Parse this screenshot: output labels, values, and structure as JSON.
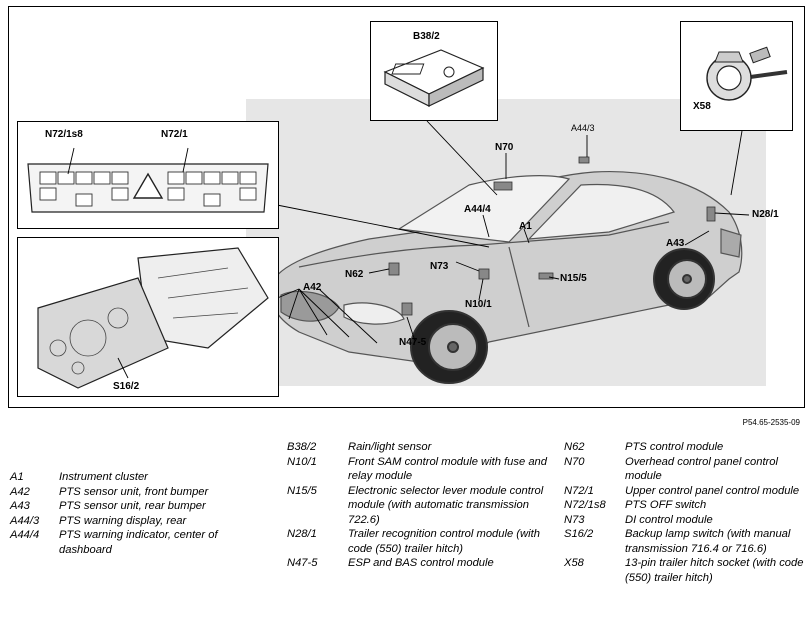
{
  "figure_ref": "P54.65-2535-09",
  "callouts": {
    "B38_2": "B38/2",
    "X58": "X58",
    "N72_1s8": "N72/1s8",
    "N72_1": "N72/1",
    "N70": "N70",
    "A44_3": "A44/3",
    "A44_4": "A44/4",
    "A1": "A1",
    "N28_1": "N28/1",
    "A43": "A43",
    "N62": "N62",
    "N73": "N73",
    "N15_5": "N15/5",
    "A42": "A42",
    "N10_1": "N10/1",
    "N47_5": "N47-5",
    "S16_2": "S16/2"
  },
  "legend": {
    "col1": [
      {
        "code": "A1",
        "desc": "Instrument cluster"
      },
      {
        "code": "A42",
        "desc": "PTS sensor unit, front bumper"
      },
      {
        "code": "A43",
        "desc": "PTS sensor unit, rear bumper"
      },
      {
        "code": "A44/3",
        "desc": "PTS warning display, rear"
      },
      {
        "code": "A44/4",
        "desc": "PTS warning indicator, center of dashboard"
      }
    ],
    "col2": [
      {
        "code": "B38/2",
        "desc": "Rain/light sensor"
      },
      {
        "code": "N10/1",
        "desc": "Front SAM control module with fuse and relay module"
      },
      {
        "code": "N15/5",
        "desc": "Electronic selector lever module control module (with automatic transmission 722.6)"
      },
      {
        "code": "N28/1",
        "desc": "Trailer recognition control module (with code (550) trailer hitch)"
      },
      {
        "code": "N47-5",
        "desc": "ESP and BAS control module"
      }
    ],
    "col3": [
      {
        "code": "N62",
        "desc": "PTS control module"
      },
      {
        "code": "N70",
        "desc": "Overhead control panel control module"
      },
      {
        "code": "N72/1",
        "desc": "Upper control panel control module"
      },
      {
        "code": "N72/1s8",
        "desc": "PTS OFF switch"
      },
      {
        "code": "N73",
        "desc": "DI control module"
      },
      {
        "code": "S16/2",
        "desc": "Backup lamp switch (with manual transmission 716.4 or 716.6)"
      },
      {
        "code": "X58",
        "desc": "13-pin trailer hitch socket (with code (550) trailer hitch)"
      }
    ]
  }
}
